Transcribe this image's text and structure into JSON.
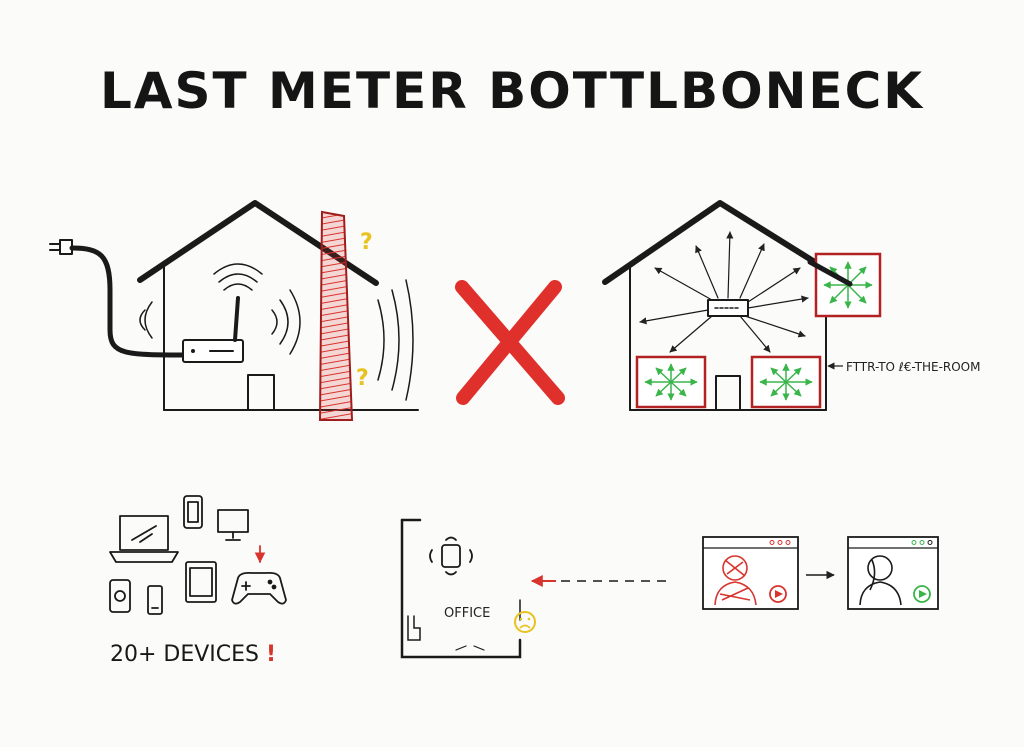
{
  "title": "LAST METER BOTTLBONECK",
  "labels": {
    "fttr": "FTTR-TO ℓ€-THE-ROOM",
    "devices": "20+ DEVICES",
    "devices_mark": "!",
    "office": "OFFICE",
    "question": "?"
  },
  "colors": {
    "ink": "#1a1a1a",
    "red": "#d8342e",
    "green": "#39b54a",
    "yellow": "#e8c21e"
  }
}
